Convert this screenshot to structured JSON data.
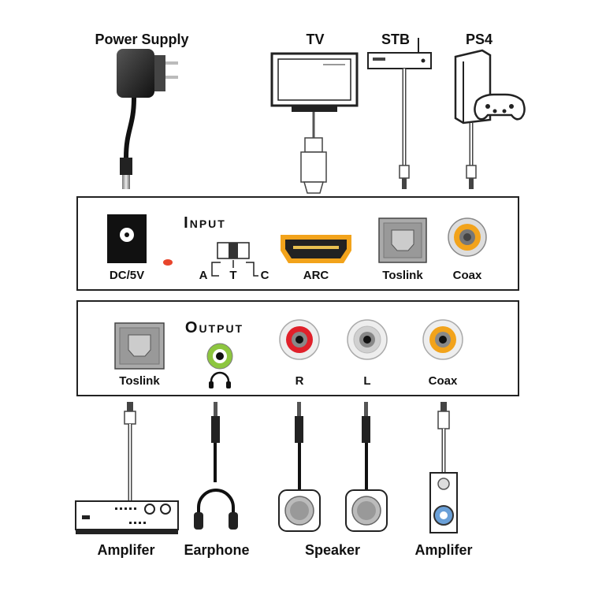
{
  "top_devices": {
    "power_supply": "Power Supply",
    "tv": "TV",
    "stb": "STB",
    "ps4": "PS4"
  },
  "input_panel": {
    "heading": "Input",
    "dc": "DC/5V",
    "switch_a": "A",
    "switch_t": "T",
    "switch_c": "C",
    "arc": "ARC",
    "toslink": "Toslink",
    "coax": "Coax"
  },
  "output_panel": {
    "heading": "Output",
    "toslink": "Toslink",
    "r": "R",
    "l": "L",
    "coax": "Coax"
  },
  "bottom_devices": {
    "amplifier_left": "Amplifer",
    "earphone": "Earphone",
    "speaker": "Speaker",
    "amplifier_right": "Amplifer"
  },
  "colors": {
    "led": "#e8452c",
    "rca_red": "#e0202a",
    "rca_white": "#d0d0d0",
    "coax_orange": "#f2a31b",
    "headphone_green": "#8dc63f"
  },
  "icons": [
    "wall-adapter-icon",
    "tv-icon",
    "set-top-box-icon",
    "ps4-console-icon",
    "gamepad-icon",
    "headphone-icon",
    "amplifier-icon",
    "earphone-icon",
    "speaker-icon",
    "subwoofer-icon"
  ]
}
